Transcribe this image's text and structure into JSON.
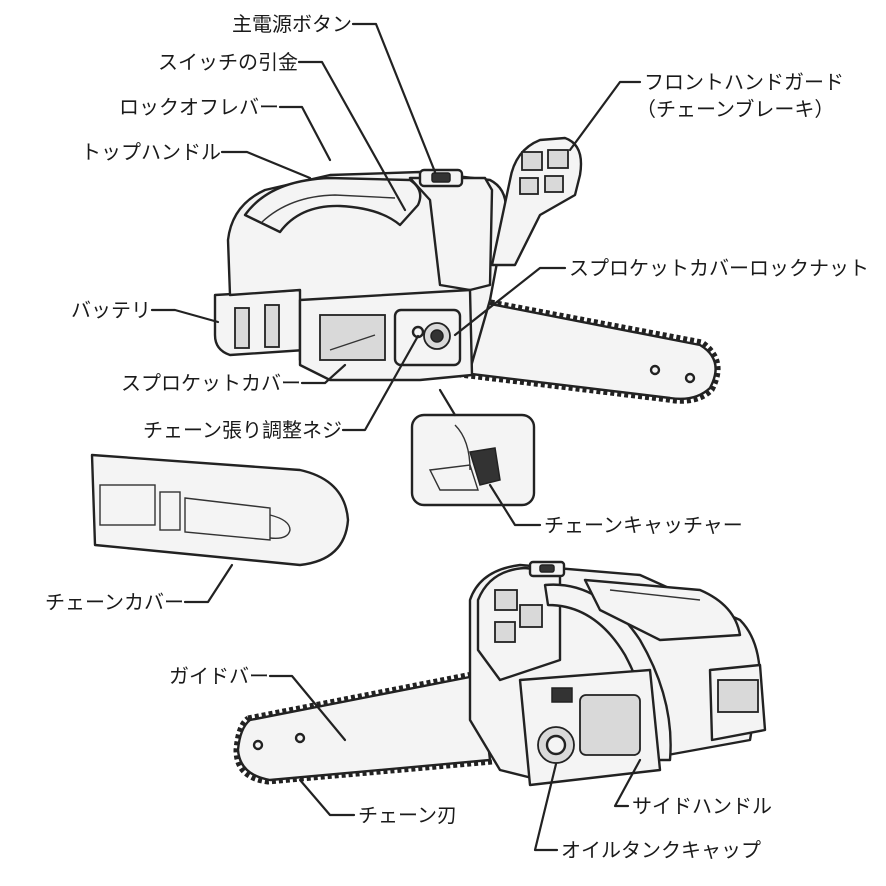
{
  "labels": {
    "main_power_button": "主電源ボタン",
    "switch_trigger": "スイッチの引金",
    "lock_off_lever": "ロックオフレバー",
    "top_handle": "トップハンドル",
    "front_hand_guard_1": "フロントハンドガード",
    "front_hand_guard_2": "（チェーンブレーキ）",
    "sprocket_cover_lock_nut": "スプロケットカバーロックナット",
    "battery": "バッテリ",
    "sprocket_cover": "スプロケットカバー",
    "chain_tension_screw": "チェーン張り調整ネジ",
    "chain_catcher": "チェーンキャッチャー",
    "chain_cover": "チェーンカバー",
    "guide_bar": "ガイドバー",
    "side_handle": "サイドハンドル",
    "saw_chain": "チェーン刃",
    "oil_tank_cap": "オイルタンクキャップ"
  },
  "colors": {
    "ink": "#1a1a1a",
    "fill": "#f4f4f4",
    "shade": "#d9d9d9"
  }
}
